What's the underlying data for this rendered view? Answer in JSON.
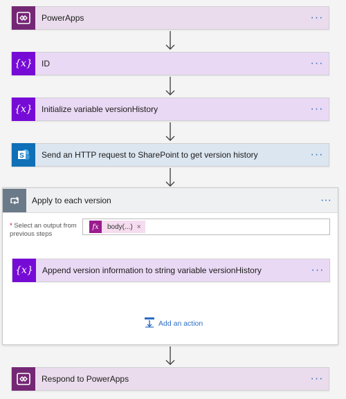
{
  "steps": {
    "powerapps": {
      "title": "PowerApps",
      "more": "···",
      "icon": "powerapps-icon"
    },
    "id": {
      "title": "ID",
      "more": "···",
      "icon": "variable-icon"
    },
    "init_var": {
      "title": "Initialize variable versionHistory",
      "more": "···",
      "icon": "variable-icon"
    },
    "http": {
      "title": "Send an HTTP request to SharePoint to get version history",
      "more": "···",
      "icon": "sharepoint-icon"
    },
    "respond": {
      "title": "Respond to PowerApps",
      "more": "···",
      "icon": "powerapps-icon"
    }
  },
  "apply": {
    "title": "Apply to each version",
    "more": "···",
    "icon": "loop-icon",
    "field_required_mark": "*",
    "field_label": "Select an output from previous steps",
    "token_fx": "fx",
    "token_label": "body(...)",
    "token_remove": "×",
    "inner_step": {
      "title": "Append version information to string variable versionHistory",
      "more": "···",
      "icon": "variable-icon"
    },
    "add_action_label": "Add an action"
  },
  "colors": {
    "powerapps": "#742774",
    "variable": "#770bd6",
    "sharepoint": "#0f6fb7",
    "loop": "#6b7a88",
    "link": "#2a6cc2"
  }
}
